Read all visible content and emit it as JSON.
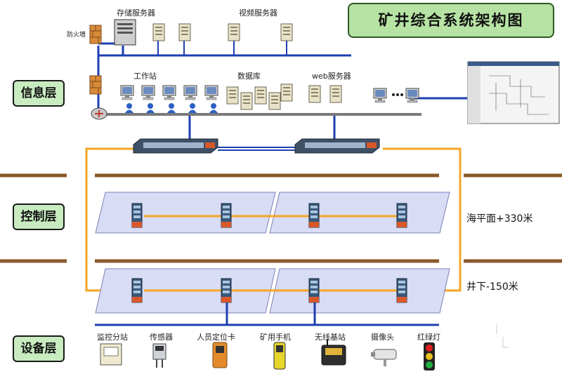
{
  "title": "矿井综合系统架构图",
  "layers": {
    "info": "信息层",
    "control": "控制层",
    "device": "设备层"
  },
  "labels": {
    "storage": "存储服务器",
    "video": "视频服务器",
    "firewall": "防火墙",
    "workstation": "工作站",
    "database": "数据库",
    "web": "web服务器"
  },
  "levels": {
    "surface": "海平面+330米",
    "underground": "井下-150米"
  },
  "devices": [
    "监控分站",
    "传感器",
    "人员定位卡",
    "矿用手机",
    "无线基站",
    "摄像头",
    "红绿灯"
  ],
  "colors": {
    "network_line": "#1d3fb0",
    "ring": "#f5a623",
    "ground": "#8b5a2b",
    "plane": "#d9dcf5",
    "layer_box": "#c8ecc0",
    "title_box": "#b6e3a4"
  }
}
